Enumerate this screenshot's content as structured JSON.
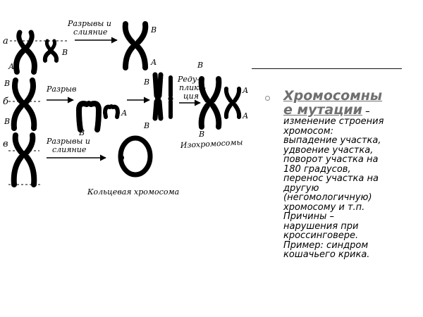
{
  "diagram": {
    "row_labels": [
      "а",
      "б",
      "в"
    ],
    "arm_label_a": "А",
    "arm_label_b": "В",
    "arrow_labels": {
      "breaks_fusion_top_1": "Разрывы и",
      "breaks_fusion_top_2": "слияние",
      "breaks": "Разрыв",
      "duplication_1": "Реду-",
      "duplication_2": "пликa-",
      "duplication_3": "ция",
      "breaks_fusion_bottom_1": "Разрывы и",
      "breaks_fusion_bottom_2": "слияние"
    },
    "isochromosomes": "Изохромосомы",
    "ring_chromosome": "Кольцевая хромосома"
  },
  "bullet": {
    "title": "Хромосомные мутации",
    "dash": " –",
    "text_lines": [
      "изменение строения",
      "хромосом:",
      "выпадение участка,",
      "удвоение участка,",
      "поворот участка на",
      "180 градусов,",
      "перенос участка на",
      "другую",
      "(негомологичную)",
      "хромосому и т.п.",
      "Причины –",
      "нарушения при",
      "кроссинговере.",
      "Пример: синдром",
      "кошачьего крика."
    ],
    "title_line_1": "Хромосомны",
    "title_line_2": "е мутации"
  },
  "colors": {
    "ink": "#000000",
    "title_gray": "#6f6f6f",
    "bullet_ring": "#8a8a8a"
  }
}
